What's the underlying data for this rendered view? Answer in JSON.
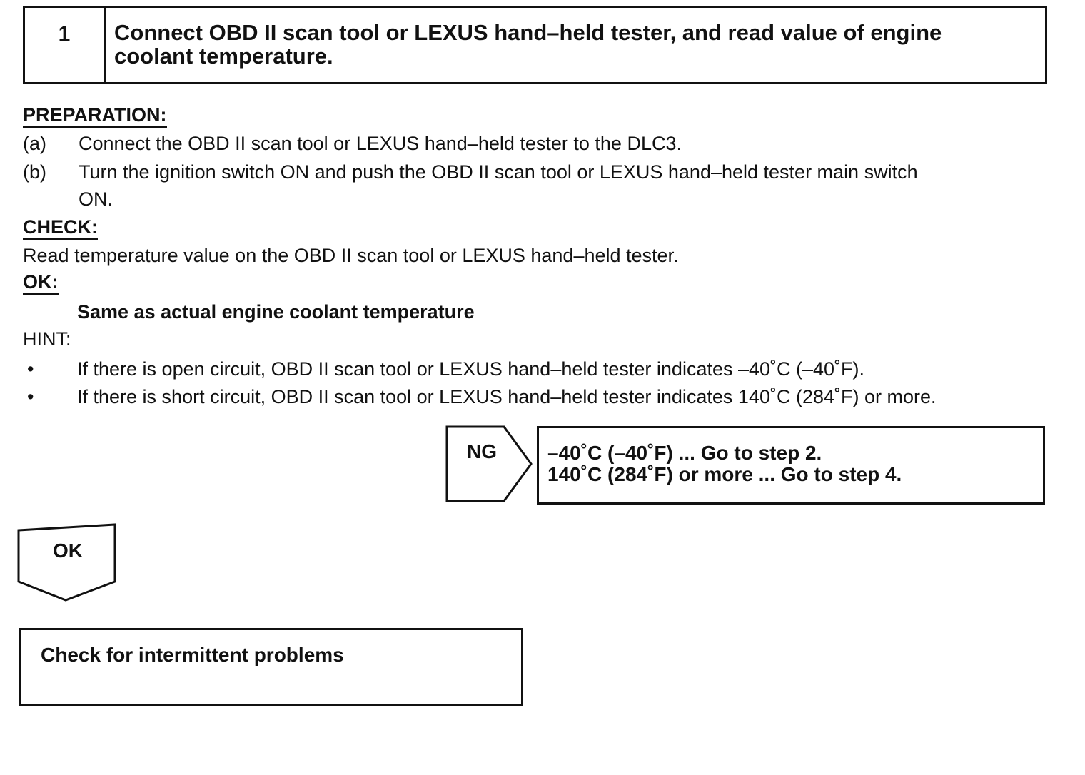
{
  "step": {
    "number": "1",
    "title_line1": "Connect OBD II scan tool or LEXUS hand–held tester, and read value of engine",
    "title_line2": "coolant temperature."
  },
  "preparation": {
    "heading": "PREPARATION:",
    "items": [
      {
        "marker": "(a)",
        "line1": "Connect the OBD II scan tool or LEXUS hand–held tester to the DLC3.",
        "line2": ""
      },
      {
        "marker": "(b)",
        "line1": "Turn the ignition switch ON and push the OBD II scan tool or LEXUS hand–held tester main switch",
        "line2": "ON."
      }
    ]
  },
  "check": {
    "heading": "CHECK:",
    "text": "Read temperature value on the OBD II scan tool or LEXUS hand–held tester."
  },
  "ok_spec": {
    "heading": "OK:",
    "text": "Same as actual engine coolant temperature"
  },
  "hint": {
    "heading": "HINT:",
    "bullets": [
      "If there is open circuit, OBD II scan tool or LEXUS hand–held tester indicates –40˚C (–40˚F).",
      "If there is short circuit, OBD II scan tool or LEXUS hand–held tester indicates 140˚C (284˚F) or more."
    ],
    "bullet_symbol": "•"
  },
  "ng_branch": {
    "label": "NG",
    "line1": "–40˚C (–40˚F) ... Go to step 2.",
    "line2": "140˚C (284˚F) or more ... Go to step 4."
  },
  "ok_branch": {
    "label": "OK",
    "result": "Check for intermittent problems"
  }
}
